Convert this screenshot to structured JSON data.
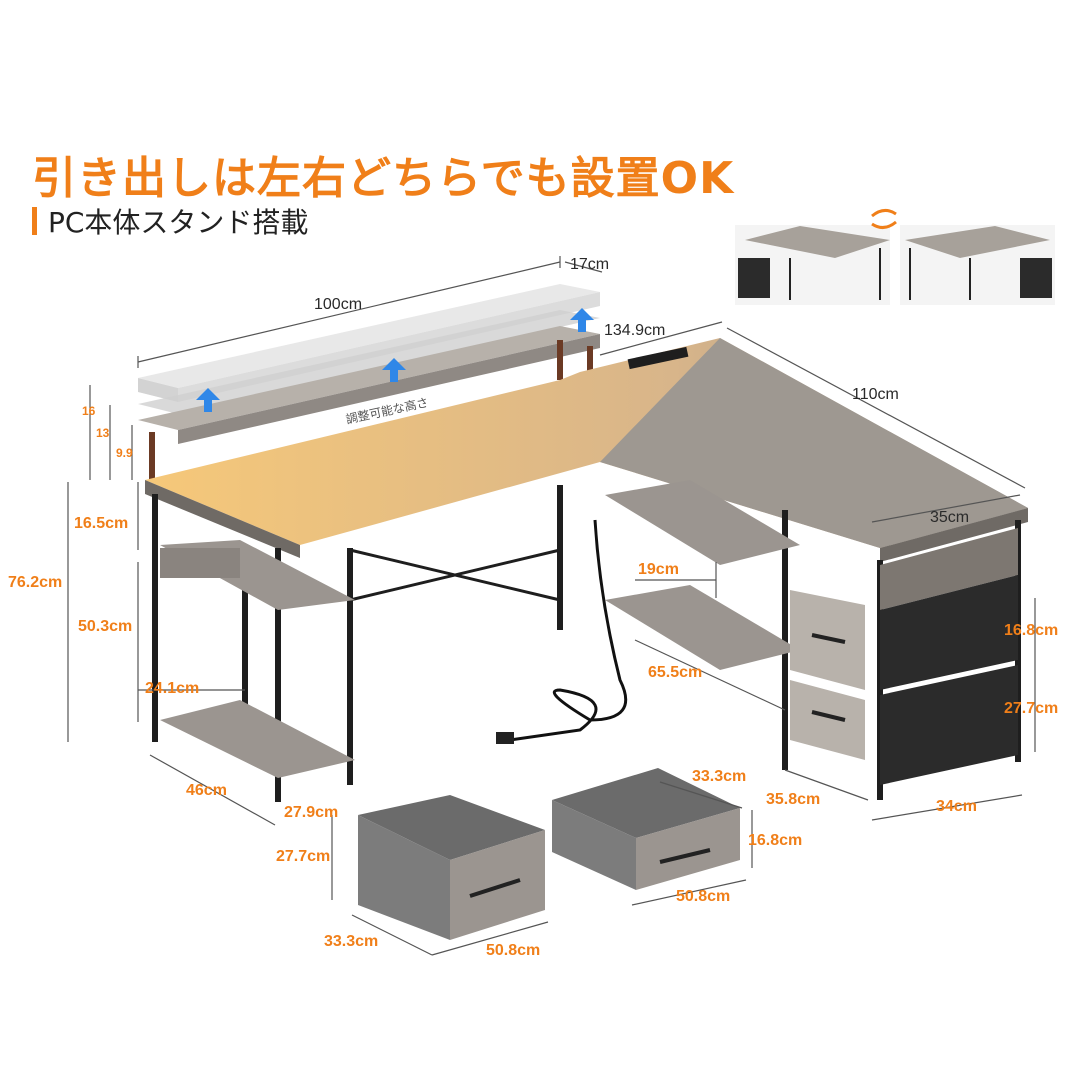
{
  "header": {
    "title": "引き出しは左右どちらでも設置OK",
    "subtitle": "PC本体スタンド搭載"
  },
  "colors": {
    "accent": "#f07f19",
    "wood": "#9b9590",
    "wood_light": "#b8b2ab",
    "frame": "#1e1e1e",
    "fabric": "#2b2b2b"
  },
  "dimensions": {
    "shelf_width": "100cm",
    "shelf_depth": "17cm",
    "desk_long": "134.9cm",
    "desk_side": "110cm",
    "side_depth": "35cm",
    "riser_16": "16",
    "riser_13": "13",
    "riser_99": "9.9",
    "adjustable": "調整可能な高さ",
    "top_gap": "16.5cm",
    "height": "76.2cm",
    "leg_inner": "50.3cm",
    "bottom_shelf": "24.1cm",
    "side_shelf_gap": "19cm",
    "side_shelf_len": "65.5cm",
    "left_depth": "46cm",
    "left_width": "27.9cm",
    "drawer_top_h": "16.8cm",
    "drawer_bot_h": "27.7cm",
    "cabinet_depth": "35.8cm",
    "cabinet_width": "34cm",
    "box1_h": "27.7cm",
    "box1_d": "33.3cm",
    "box1_w": "50.8cm",
    "box2_d": "33.3cm",
    "box2_h": "16.8cm",
    "box2_w": "50.8cm"
  }
}
